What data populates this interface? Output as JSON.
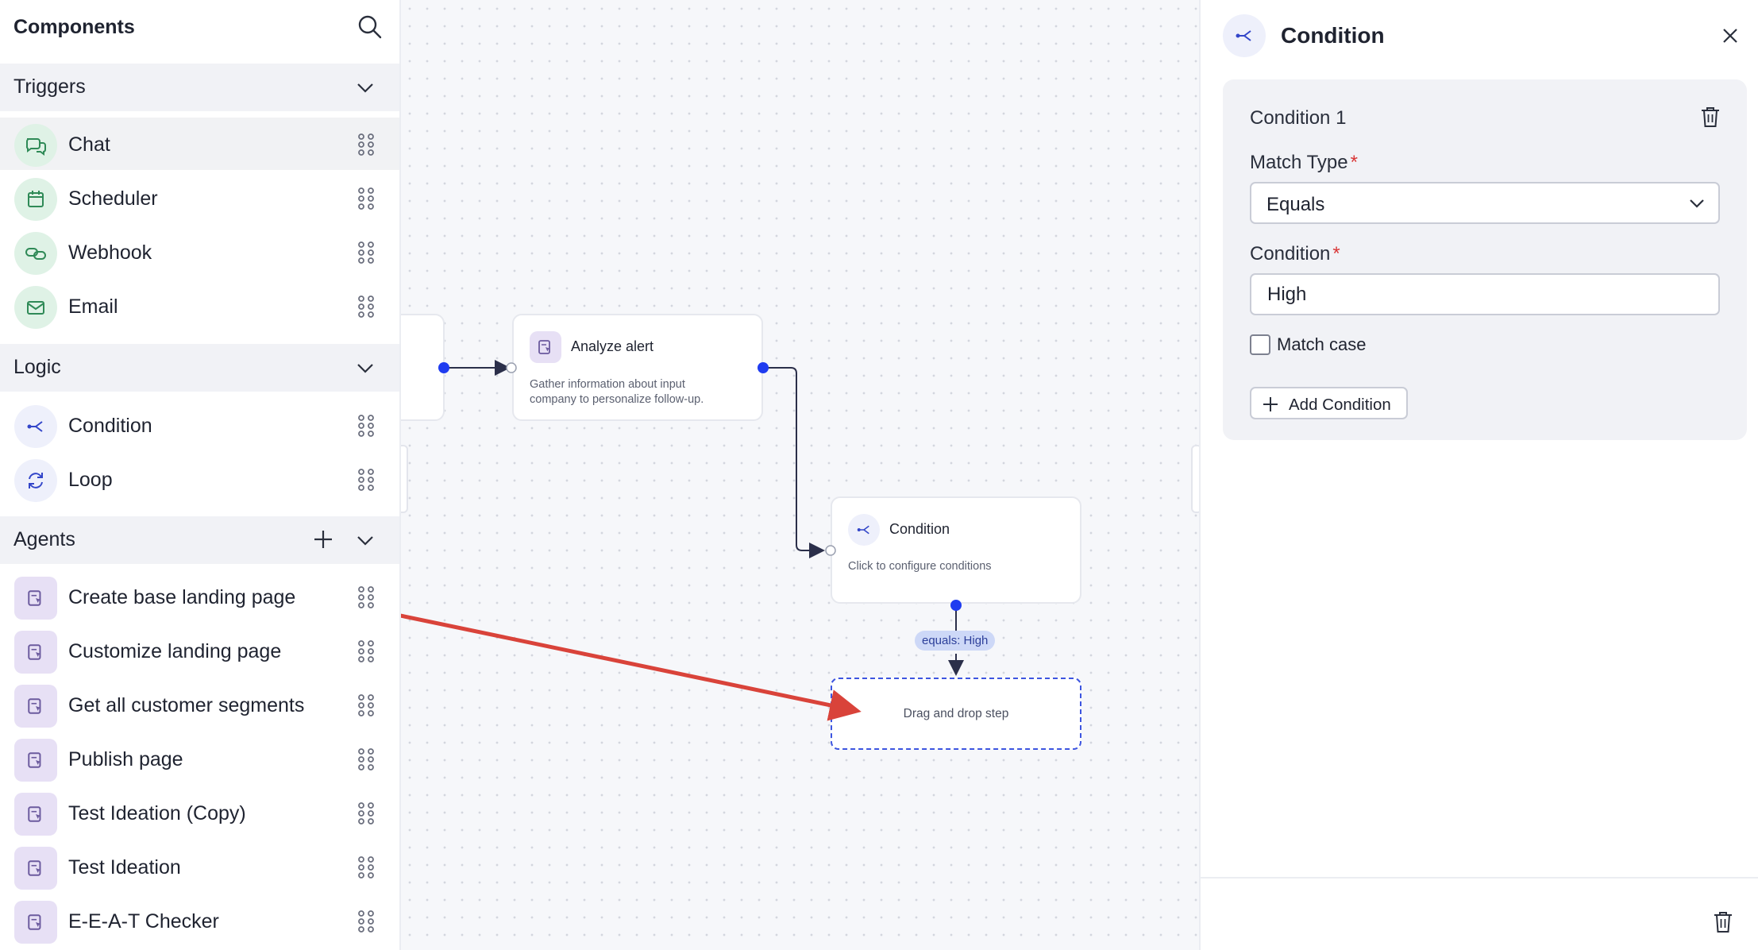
{
  "sidebar": {
    "title": "Components",
    "search_icon": "search-icon",
    "sections": {
      "triggers": {
        "label": "Triggers",
        "items": [
          "Chat",
          "Scheduler",
          "Webhook",
          "Email"
        ]
      },
      "logic": {
        "label": "Logic",
        "items": [
          "Condition",
          "Loop"
        ]
      },
      "agents": {
        "label": "Agents",
        "items": [
          "Create base landing page",
          "Customize landing page",
          "Get all customer segments",
          "Publish page",
          "Test Ideation (Copy)",
          "Test Ideation",
          "E-E-A-T Checker"
        ]
      }
    }
  },
  "canvas": {
    "nodes": {
      "analyze": {
        "title": "Analyze alert",
        "desc_line1": "Gather information about input",
        "desc_line2": "company to personalize follow-up."
      },
      "condition": {
        "title": "Condition",
        "desc": "Click to configure conditions"
      }
    },
    "edge_label": "equals: High",
    "dropzone_text": "Drag and drop step",
    "colors": {
      "handle": "#1f3cf0",
      "arrow": "#d9433a",
      "wire": "#3b3f5c"
    }
  },
  "panel": {
    "title": "Condition",
    "card": {
      "title": "Condition 1",
      "match_type_label": "Match Type",
      "match_type_value": "Equals",
      "condition_label": "Condition",
      "condition_value": "High",
      "required_mark": "*",
      "match_case_label": "Match case",
      "match_case_checked": false,
      "add_button_label": "Add Condition"
    }
  }
}
